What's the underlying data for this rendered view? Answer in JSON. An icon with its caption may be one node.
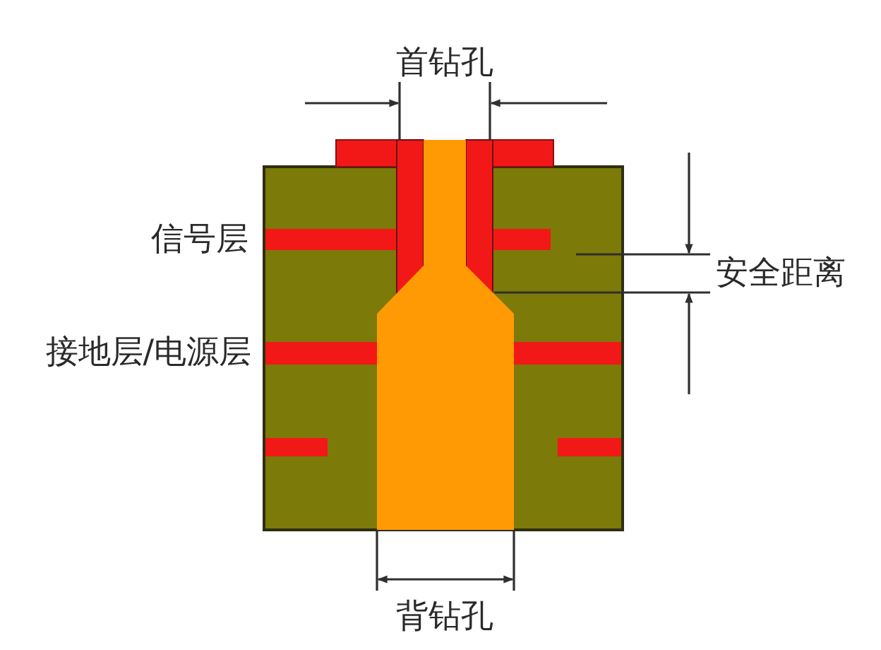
{
  "diagram": {
    "labels": [
      "首钻孔",
      "信号层",
      "安全距离",
      "接地层/电源层",
      "背钻孔"
    ]
  }
}
